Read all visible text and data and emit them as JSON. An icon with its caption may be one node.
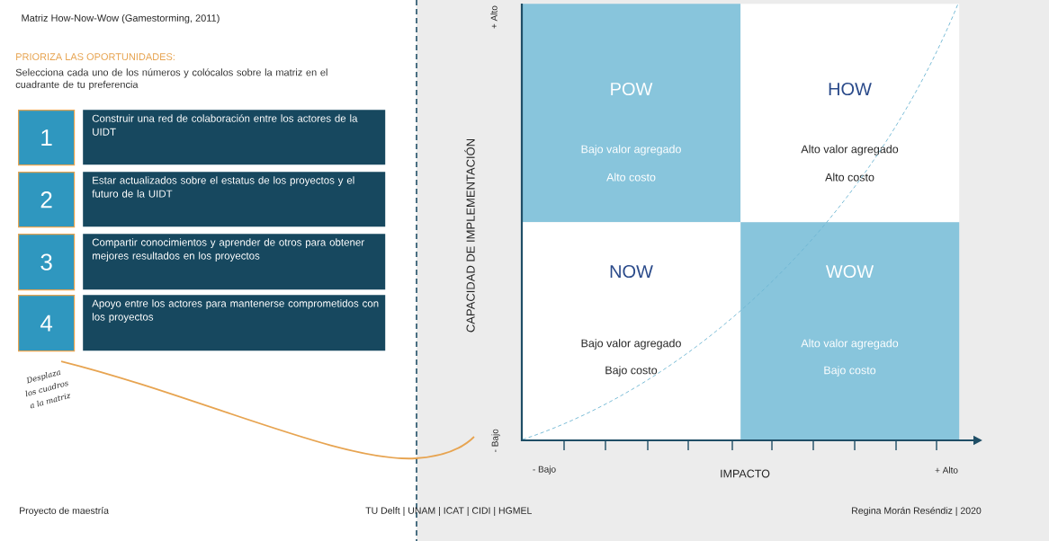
{
  "diagram": {
    "title": "Matriz How-Now-Wow (Gamestorming, 2011)",
    "nodes": [
      {
        "text": [
          "1"
        ]
      },
      {
        "text": [
          "Construir una red de colaboración entre los actores de la UIDT"
        ]
      },
      {
        "text": [
          "2"
        ]
      },
      {
        "text": [
          "Estar actualizados sobre el estatus de los proyectos y el futuro de la UIDT"
        ]
      },
      {
        "text": [
          "3"
        ]
      },
      {
        "text": [
          "Compartir conocimientos y aprender de otros para obtener mejores resultados en los proyectos"
        ]
      },
      {
        "text": [
          "4"
        ]
      },
      {
        "text": [
          "Apoyo entre los actores para mantenerse comprometidos con los proyectos"
        ]
      },
      {
        "text": [
          "POW",
          "Bajo valor agregado",
          "Alto costo"
        ]
      },
      {
        "text": [
          "HOW",
          "Alto valor agregado",
          "Alto costo"
        ]
      },
      {
        "text": [
          "NOW",
          "Bajo valor agregado",
          "Bajo costo"
        ]
      },
      {
        "text": [
          "WOW",
          "Alto valor agregado",
          "Bajo costo"
        ]
      }
    ],
    "labels": [
      "PRIORIZA LAS OPORTUNIDADES:",
      "Selecciona cada uno de los números y colócalos sobre la matriz en el cuadrante de tu preferencia",
      "+ Alto",
      "CAPACIDAD DE IMPLEMENTACIÓN",
      "- Bajo",
      "- Bajo",
      "IMPACTO",
      "+ Alto",
      "Desplaza los cuadros a la matriz",
      "Proyecto de maestría",
      "TU Delft | UNAM | ICAT | CIDI | HGMEL",
      "Regina Morán Reséndiz | 2020"
    ]
  }
}
